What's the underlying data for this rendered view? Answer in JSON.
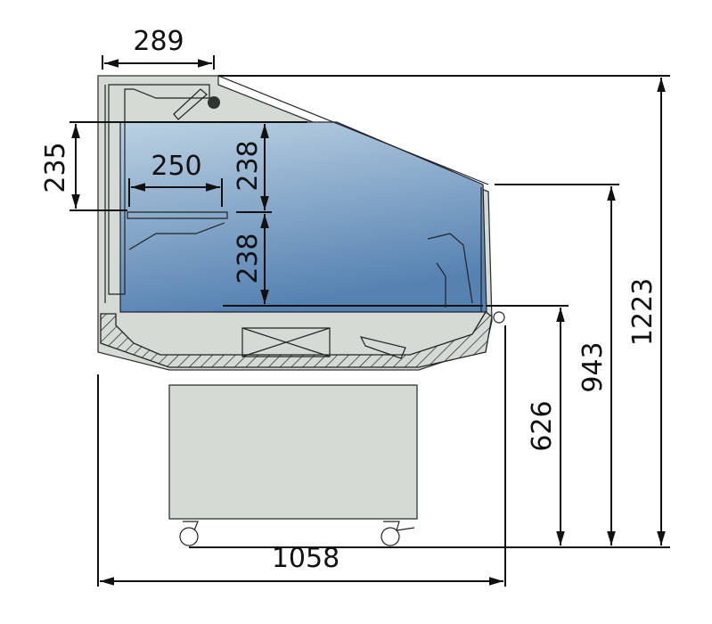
{
  "drawing": {
    "title": "Refrigerated display counter - side section",
    "colors": {
      "glass_top": "#b8cfe0",
      "glass_bottom": "#5a86b4",
      "body": "#d4dbd5",
      "line": "#111111",
      "background": "#ffffff"
    },
    "dimensions": {
      "top_width": "289",
      "shelf_gap": "235",
      "shelf_depth": "250",
      "upper_height": "238",
      "lower_height": "238",
      "total_width": "1058",
      "deck_height": "626",
      "front_glass_height": "943",
      "total_height": "1223"
    },
    "units": "mm"
  }
}
